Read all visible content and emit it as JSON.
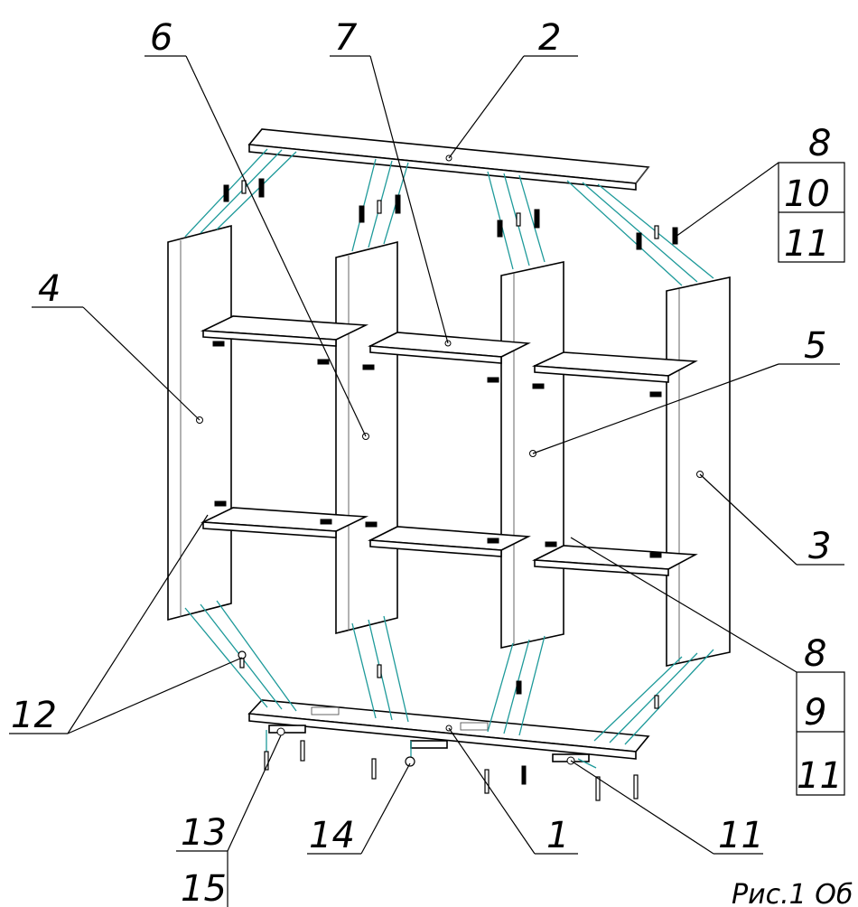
{
  "labels": {
    "top_panel": "2",
    "bottom_panel": "1",
    "right_side_panel": "3",
    "left_side_panel": "4",
    "right_inner_partition": "5",
    "left_inner_partition": "6",
    "center_shelf": "7",
    "confirmat_top": "8",
    "confirmat_top_a": "10",
    "confirmat_top_b": "11",
    "confirmat_bottom": "8",
    "confirmat_bottom_a": "9",
    "confirmat_bottom_b": "11",
    "dowel": "12",
    "foot_a": "13",
    "foot_b": "15",
    "leveler": "14",
    "plinth": "11"
  },
  "caption": "Рис.1 Об"
}
